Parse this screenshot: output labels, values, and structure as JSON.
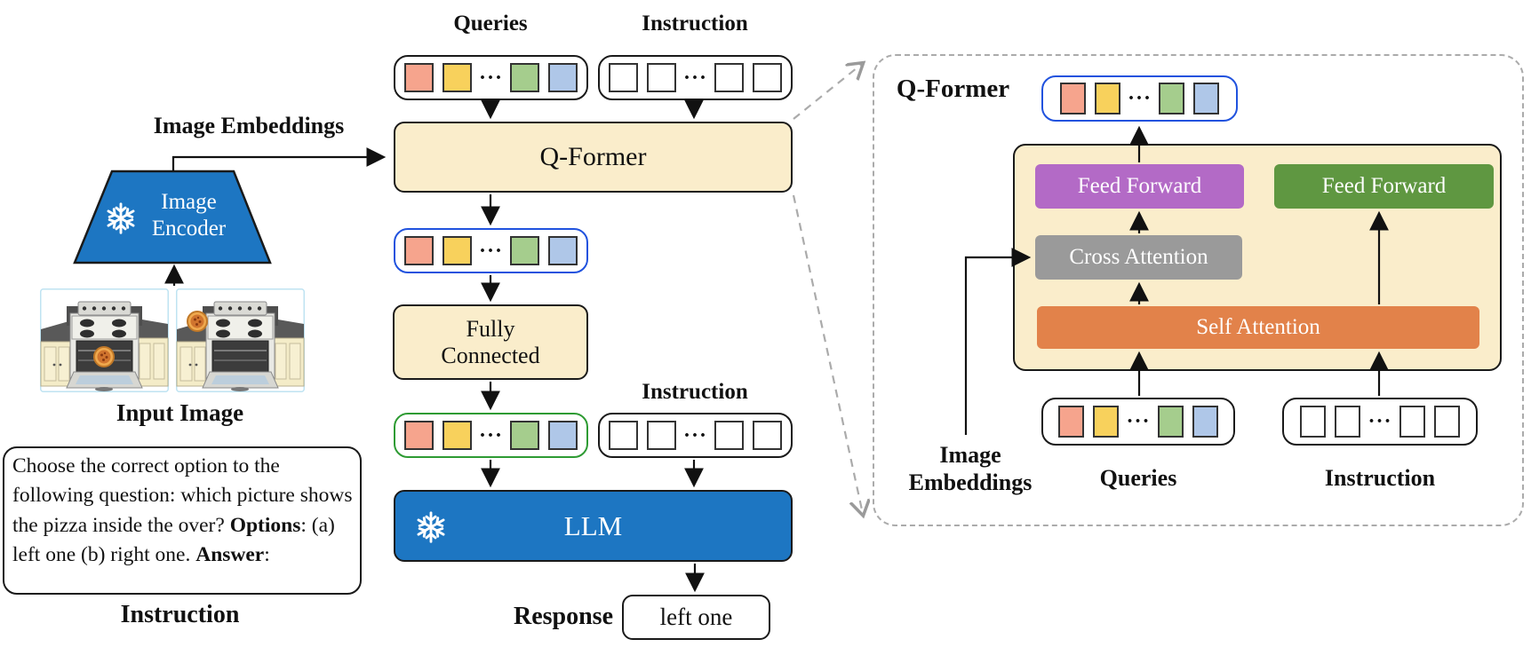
{
  "colors": {
    "box_cream": "#FAEDCB",
    "frozen_blue": "#1D76C2",
    "feed_forward_purple": "#B36AC6",
    "feed_forward_green": "#5F9741",
    "cross_attention_gray": "#9A9A9A",
    "self_attention_orange": "#E2824A",
    "blue_row_border": "#2052DE",
    "green_row_border": "#2E9B33",
    "dashed_panel_gray": "#ABABAB"
  },
  "tokens": {
    "colors": [
      "#F6A48D",
      "#F8D15C",
      "#A5CD8D",
      "#AFC7E8"
    ],
    "blank_color": "#FFFFFF",
    "dots": "···"
  },
  "icons": {
    "snowflake": "❄"
  },
  "left": {
    "image_embeddings_label": "Image Embeddings",
    "image_encoder_label": "Image Encoder",
    "input_image_label": "Input Image",
    "instruction_box": {
      "question": "Choose the correct option to the following question: which picture shows the pizza inside the over? ",
      "options_bold": "Options",
      "options_rest": ": (a) left one (b) right one. ",
      "answer_bold": "Answer",
      "answer_rest": ":"
    },
    "instruction_label": "Instruction"
  },
  "middle": {
    "queries_label": "Queries",
    "instruction_label_top": "Instruction",
    "qformer_label": "Q-Former",
    "fully_connected_label": "Fully Connected",
    "instruction_label_mid": "Instruction",
    "llm_label": "LLM",
    "response_label": "Response",
    "response_value": "left one"
  },
  "right_panel": {
    "qformer_label": "Q-Former",
    "feed_forward_left_label": "Feed Forward",
    "feed_forward_right_label": "Feed Forward",
    "cross_attention_label": "Cross Attention",
    "self_attention_label": "Self Attention",
    "image_embeddings_label": "Image Embeddings",
    "queries_label": "Queries",
    "instruction_label": "Instruction"
  }
}
